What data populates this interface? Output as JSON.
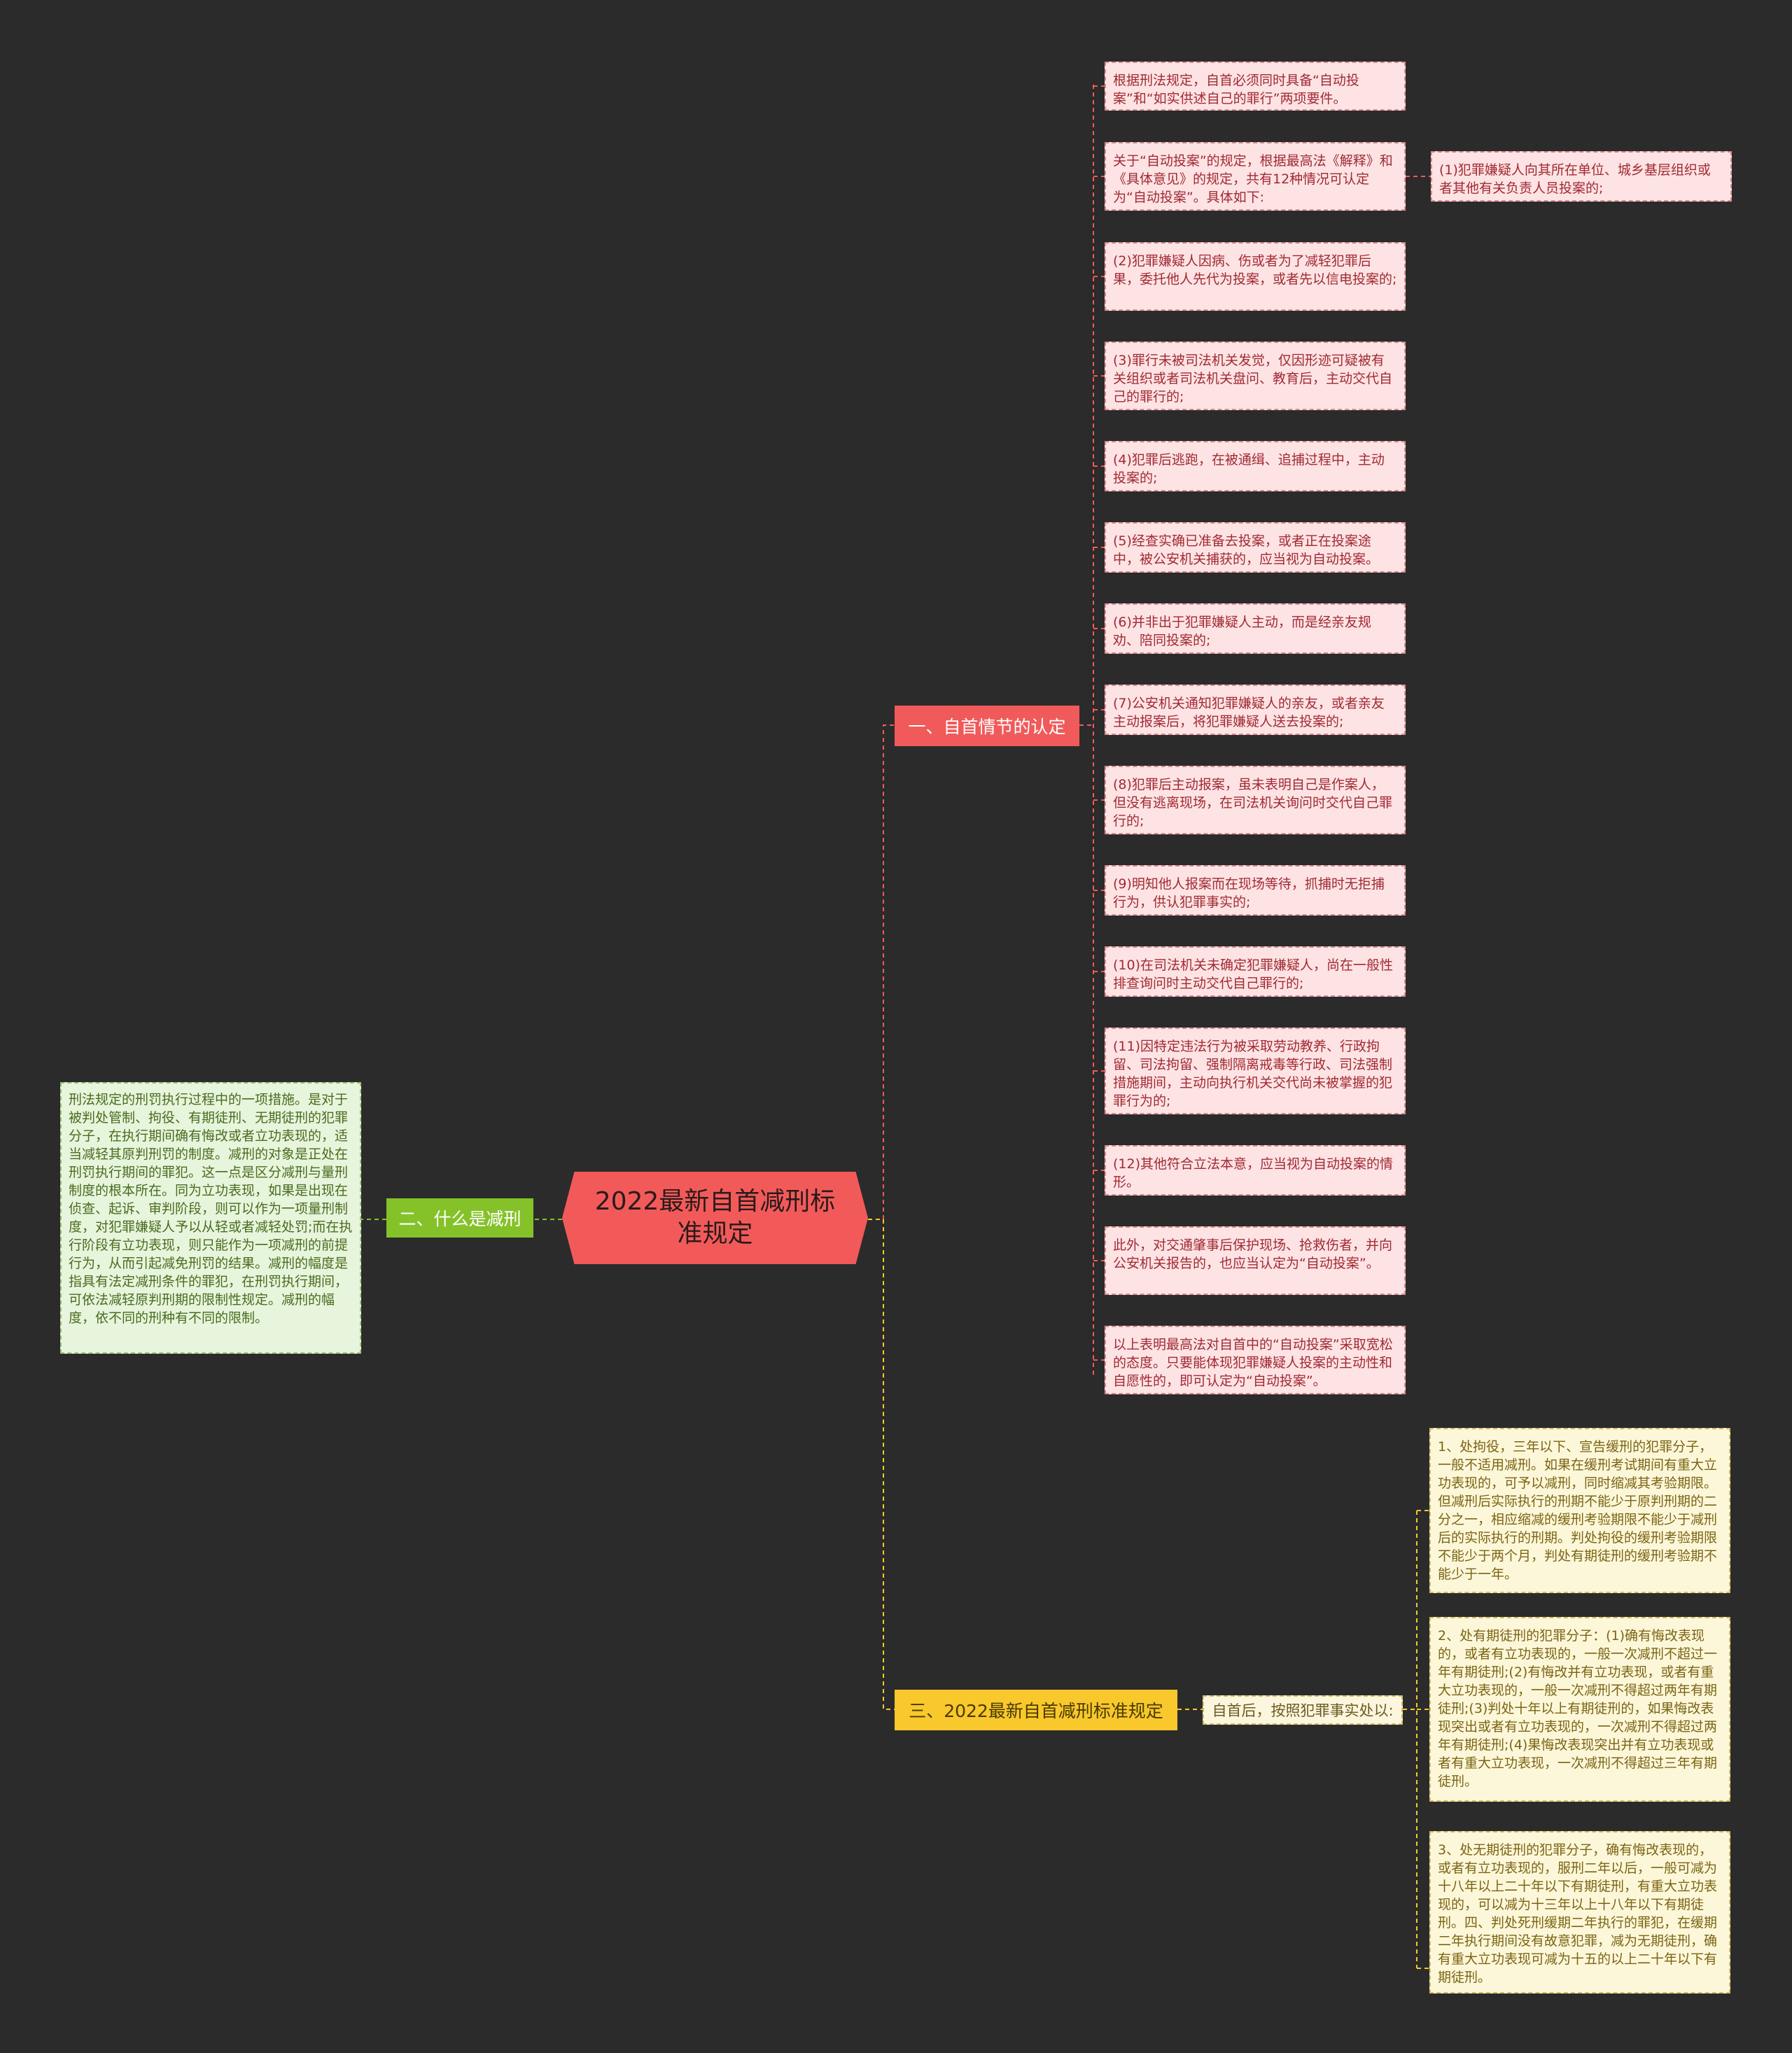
{
  "root": {
    "label": "2022最新自首减刑标准规定"
  },
  "branch1": {
    "label": "一、自首情节的认定",
    "items": [
      "根据刑法规定，自首必须同时具备“自动投案”和“如实供述自己的罪行”两项要件。",
      "关于“自动投案”的规定，根据最高法《解释》和《具体意见》的规定，共有12种情况可认定为“自动投案”。具体如下:",
      "(2)犯罪嫌疑人因病、伤或者为了减轻犯罪后果，委托他人先代为投案，或者先以信电投案的;",
      "(3)罪行未被司法机关发觉，仅因形迹可疑被有关组织或者司法机关盘问、教育后，主动交代自己的罪行的;",
      "(4)犯罪后逃跑，在被通缉、追捕过程中，主动投案的;",
      "(5)经查实确已准备去投案，或者正在投案途中，被公安机关捕获的，应当视为自动投案。",
      "(6)并非出于犯罪嫌疑人主动，而是经亲友规劝、陪同投案的;",
      "(7)公安机关通知犯罪嫌疑人的亲友，或者亲友主动报案后，将犯罪嫌疑人送去投案的;",
      "(8)犯罪后主动报案，虽未表明自己是作案人，但没有逃离现场，在司法机关询问时交代自己罪行的;",
      "(9)明知他人报案而在现场等待，抓捕时无拒捕行为，供认犯罪事实的;",
      "(10)在司法机关未确定犯罪嫌疑人，尚在一般性排查询问时主动交代自己罪行的;",
      "(11)因特定违法行为被采取劳动教养、行政拘留、司法拘留、强制隔离戒毒等行政、司法强制措施期间，主动向执行机关交代尚未被掌握的犯罪行为的;",
      "(12)其他符合立法本意，应当视为自动投案的情形。",
      "此外，对交通肇事后保护现场、抢救伤者，并向公安机关报告的，也应当认定为“自动投案”。",
      "以上表明最高法对自首中的“自动投案”采取宽松的态度。只要能体现犯罪嫌疑人投案的主动性和自愿性的，即可认定为“自动投案”。"
    ],
    "child_of_item2": "(1)犯罪嫌疑人向其所在单位、城乡基层组织或者其他有关负责人员投案的;"
  },
  "branch2": {
    "label": "二、什么是减刑",
    "text": "刑法规定的刑罚执行过程中的一项措施。是对于被判处管制、拘役、有期徒刑、无期徒刑的犯罪分子，在执行期间确有悔改或者立功表现的，适当减轻其原判刑罚的制度。减刑的对象是正处在刑罚执行期间的罪犯。这一点是区分减刑与量刑制度的根本所在。同为立功表现，如果是出现在侦查、起诉、审判阶段，则可以作为一项量刑制度，对犯罪嫌疑人予以从轻或者减轻处罚;而在执行阶段有立功表现，则只能作为一项减刑的前提行为，从而引起减免刑罚的结果。减刑的幅度是指具有法定减刑条件的罪犯，在刑罚执行期间，可依法减轻原判刑期的限制性规定。减刑的幅度，依不同的刑种有不同的限制。"
  },
  "branch3": {
    "label": "三、2022最新自首减刑标准规定",
    "sub_label": "自首后，按照犯罪事实处以:",
    "items": [
      "1、处拘役，三年以下、宣告缓刑的犯罪分子，一般不适用减刑。如果在缓刑考试期间有重大立功表现的，可予以减刑，同时缩减其考验期限。但减刑后实际执行的刑期不能少于原判刑期的二分之一，相应缩减的缓刑考验期限不能少于减刑后的实际执行的刑期。判处拘役的缓刑考验期限不能少于两个月，判处有期徒刑的缓刑考验期不能少于一年。",
      "2、处有期徒刑的犯罪分子：(1)确有悔改表现的，或者有立功表现的，一般一次减刑不超过一年有期徒刑;(2)有悔改并有立功表现，或者有重大立功表现的，一般一次减刑不得超过两年有期徒刑;(3)判处十年以上有期徒刑的，如果悔改表现突出或者有立功表现的，一次减刑不得超过两年有期徒刑;(4)果悔改表现突出并有立功表现或者有重大立功表现，一次减刑不得超过三年有期徒刑。",
      "3、处无期徒刑的犯罪分子，确有悔改表现的，或者有立功表现的，服刑二年以后，一般可减为十八年以上二十年以下有期徒刑，有重大立功表现的，可以减为十三年以上十八年以下有期徒刑。四、判处死刑缓期二年执行的罪犯，在缓期二年执行期间没有故意犯罪，减为无期徒刑，确有重大立功表现可减为十五的以上二十年以下有期徒刑。"
    ]
  },
  "colors": {
    "background": "#2b2b2b",
    "red": "#f05a5a",
    "green": "#85c22a",
    "yellow": "#f8c82c",
    "pink_note": "#fde3e4",
    "green_note": "#e7f5dc",
    "yellow_note": "#fdf7d9"
  }
}
